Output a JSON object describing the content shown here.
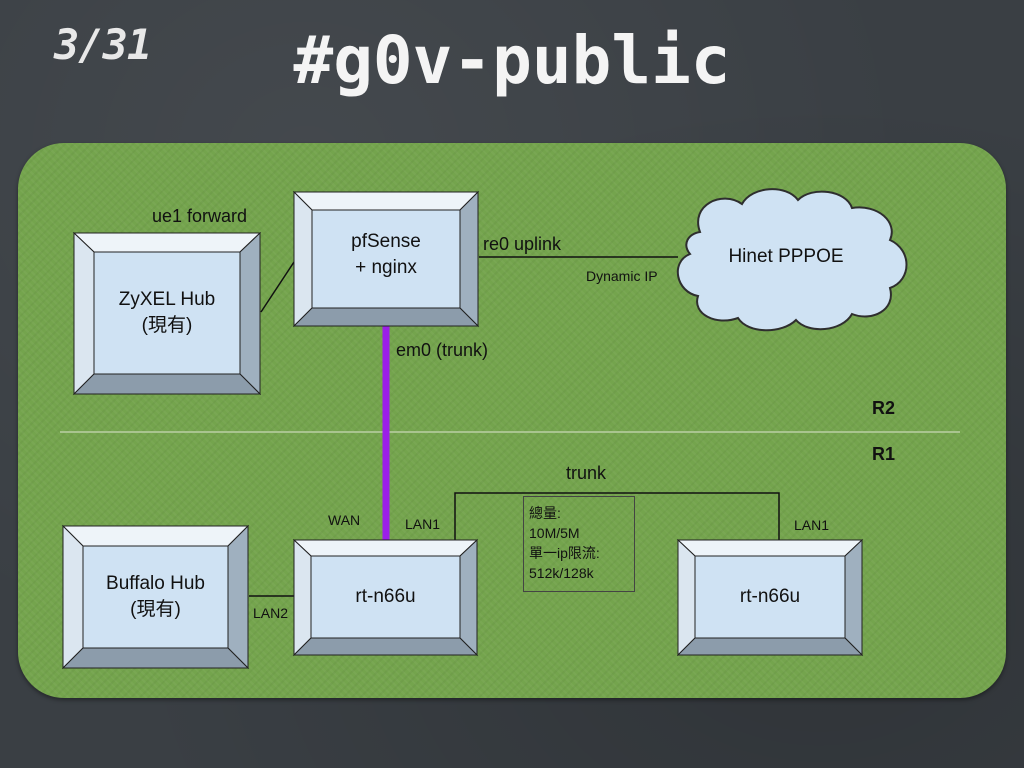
{
  "slide_number": "3/31",
  "title": "#g0v-public",
  "nodes": {
    "zyxel": {
      "line1": "ZyXEL Hub",
      "line2": "(現有)"
    },
    "pfsense": {
      "line1": "pfSense",
      "line2": "+ nginx"
    },
    "cloud": {
      "label": "Hinet PPPOE"
    },
    "buffalo": {
      "line1": "Buffalo Hub",
      "line2": "(現有)"
    },
    "rt1": {
      "label": "rt-n66u"
    },
    "rt2": {
      "label": "rt-n66u"
    }
  },
  "links": {
    "ue1": "ue1 forward",
    "re0": "re0 uplink",
    "dynamic_ip": "Dynamic IP",
    "em0": "em0 (trunk)",
    "wan": "WAN",
    "lan1_left": "LAN1",
    "lan1_right": "LAN1",
    "lan2": "LAN2",
    "trunk": "trunk"
  },
  "zones": {
    "r2": "R2",
    "r1": "R1"
  },
  "note": {
    "line1": "總量:",
    "line2": "10M/5M",
    "line3": "單一ip限流:",
    "line4": "512k/128k"
  },
  "colors": {
    "board": "#74a44d",
    "box_face": "#cfe2f3",
    "trunk_line": "#9b1fe8"
  }
}
